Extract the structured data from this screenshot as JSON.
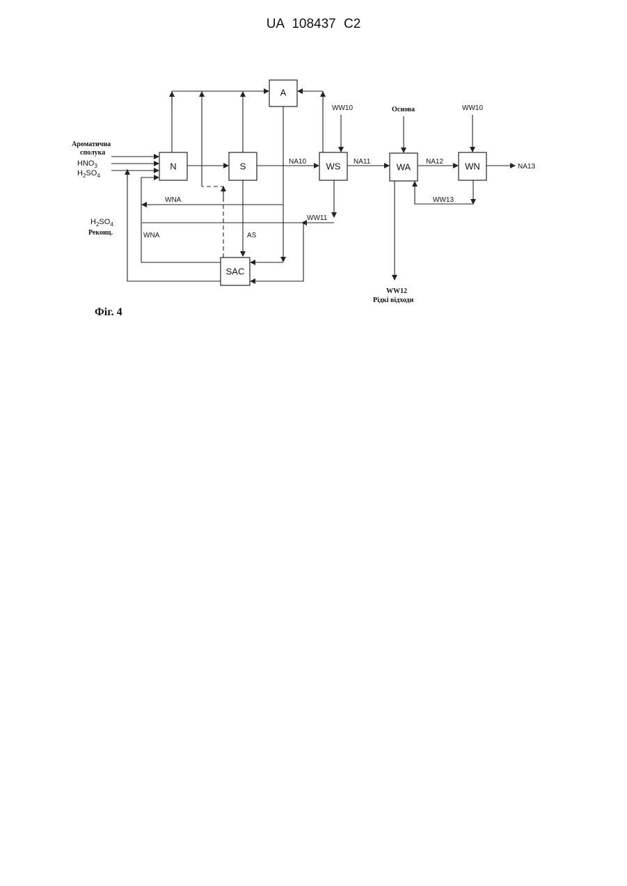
{
  "header": "UA   108437   C2",
  "figure_caption": "Фіг. 4",
  "boxes": {
    "N": "N",
    "S": "S",
    "A": "A",
    "WS": "WS",
    "WA": "WA",
    "WN": "WN",
    "SAC": "SAC"
  },
  "inputs": {
    "aromatic_line1": "Ароматична",
    "aromatic_line2": "сполука",
    "hno3_main": "HNO",
    "hno3_sub": "3",
    "h2so4_h": "H",
    "h2so4_2": "2",
    "h2so4_so": "SO",
    "h2so4_4": "4",
    "recon_h": "H",
    "recon_2": "2",
    "recon_so": "SO",
    "recon_4": "4",
    "recon_label": "Реконц."
  },
  "streams": {
    "na10": "NA10",
    "na11": "NA11",
    "na12": "NA12",
    "na13": "NA13",
    "ww10_a": "WW10",
    "ww10_b": "WW10",
    "base": "Основа",
    "wna_upper": "WNA",
    "wna_lower": "WNA",
    "ww11": "WW11",
    "ww13": "WW13",
    "as": "AS",
    "ww12": "WW12",
    "liquid_waste": "Рідкі відходи"
  }
}
